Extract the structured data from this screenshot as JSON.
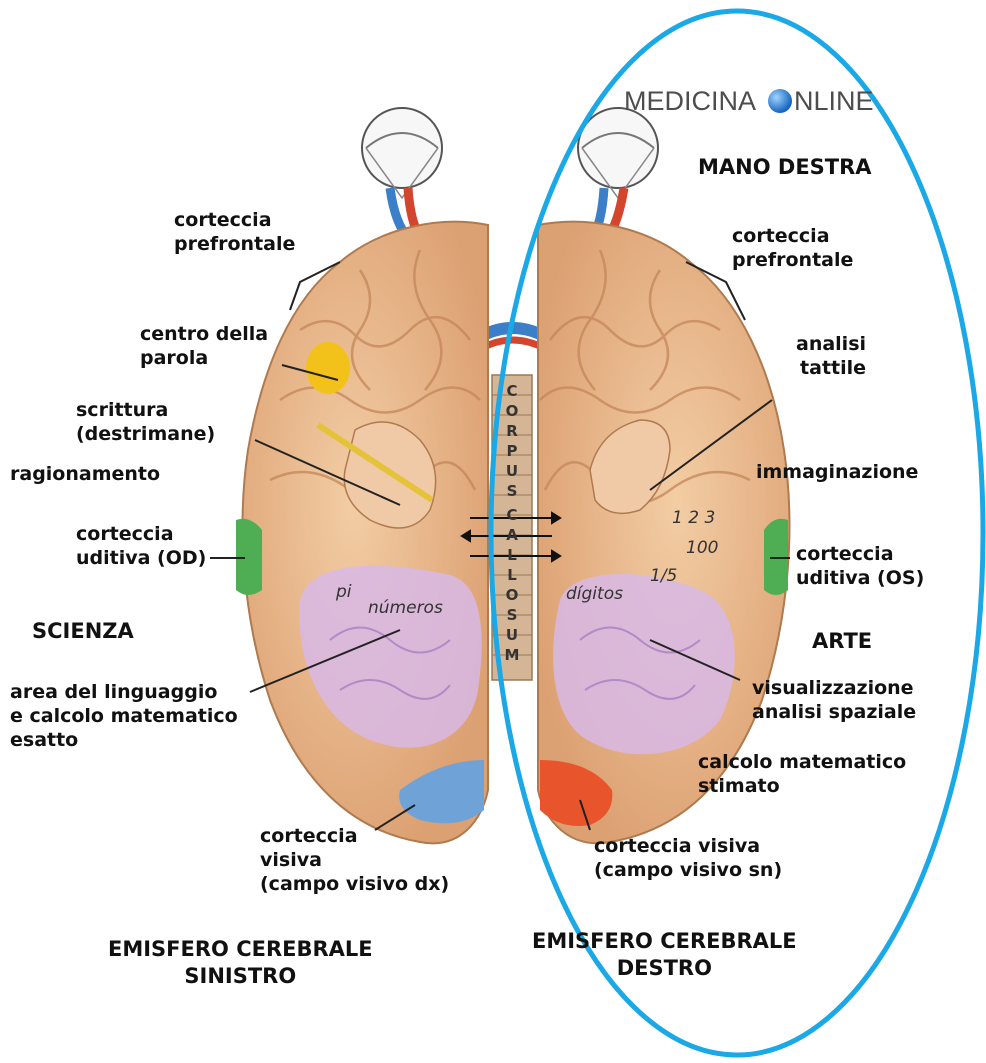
{
  "watermark": {
    "left": "MEDICINA ",
    "right": "NLINE",
    "globe_icon": "globe-icon"
  },
  "colors": {
    "brain": "#e9b98c",
    "brain_dark": "#c98e5f",
    "ellipse": "#1aa8e6",
    "speech_area": "#f2c21b",
    "auditory": "#4fae54",
    "visual_left": "#6fa3d8",
    "visual_right": "#e8542c",
    "language_zone": "#d8b8e6",
    "optic_blue": "#3c7fc9",
    "optic_red": "#d4452d"
  },
  "left": {
    "prefrontal": "corteccia\nprefrontale",
    "speech": "centro della\nparola",
    "writing": "scrittura\n(destrimane)",
    "reasoning": "ragionamento",
    "auditory": "corteccia\nuditiva (OD)",
    "science": "SCIENZA",
    "language": "area del linguaggio\ne calcolo matematico\nesatto",
    "visual": "corteccia\nvisiva\n(campo visivo dx)",
    "hemisphere": "EMISFERO CEREBRALE\nSINISTRO"
  },
  "right": {
    "right_hand": "MANO DESTRA",
    "prefrontal": "corteccia\nprefrontale",
    "tactile": "analisi\ntattile",
    "imagination": "immaginazione",
    "auditory": "corteccia\nuditiva (OS)",
    "art": "ARTE",
    "visualization": "visualizzazione\nanalisi spaziale",
    "estimation": "calcolo matematico\nstimato",
    "visual": "corteccia visiva\n(campo visivo sn)",
    "hemisphere": "EMISFERO CEREBRALE\nDESTRO"
  },
  "inside": {
    "pi": "pi",
    "numbers": "números",
    "digits": "dígitos",
    "nums_1": "1 2 3",
    "nums_2": "100",
    "nums_3": "1/5"
  },
  "corpus_callosum": [
    "C",
    "O",
    "R",
    "P",
    "U",
    "S",
    "C",
    "A",
    "L",
    "L",
    "O",
    "S",
    "U",
    "M"
  ]
}
